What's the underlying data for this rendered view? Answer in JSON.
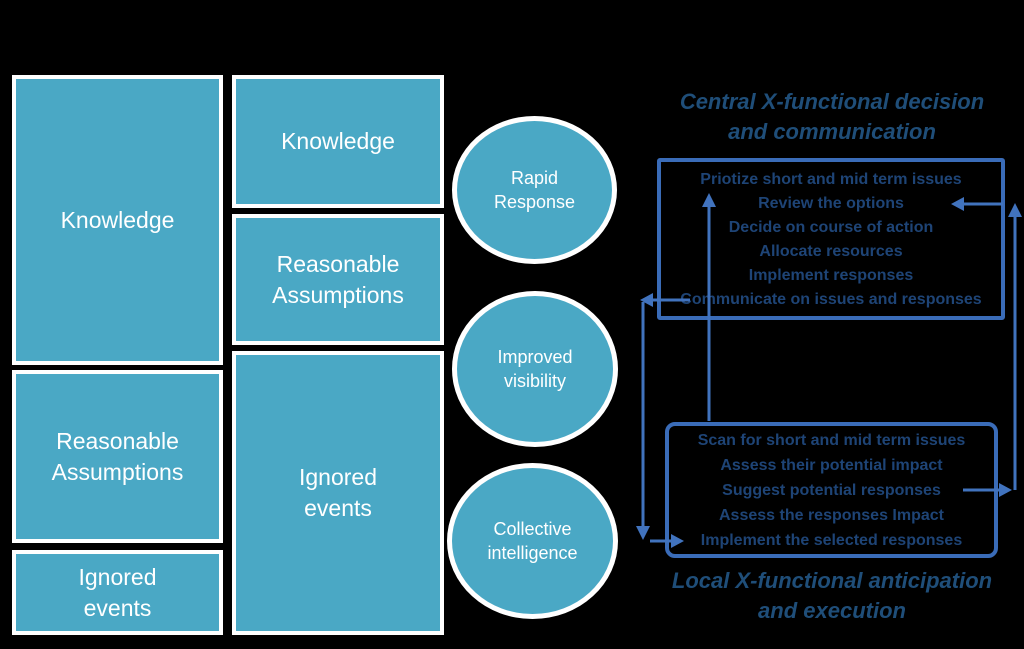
{
  "palette": {
    "background": "#000000",
    "teal_fill": "#4AA8C5",
    "white": "#FFFFFF",
    "blue_border": "#3A6CB8",
    "blue_arrow": "#4173BE",
    "title_blue": "#1F4E79",
    "list_text_blue": "#1E4476"
  },
  "funnel": {
    "column_outer": {
      "items": [
        {
          "lines": [
            "Knowledge"
          ]
        },
        {
          "lines": [
            "Reasonable",
            "Assumptions"
          ]
        },
        {
          "lines": [
            "Ignored",
            "events"
          ]
        }
      ]
    },
    "column_inner": {
      "items": [
        {
          "lines": [
            "Knowledge"
          ]
        },
        {
          "lines": [
            "Reasonable",
            "Assumptions"
          ]
        },
        {
          "lines": [
            "Ignored",
            "events"
          ]
        }
      ]
    }
  },
  "benefits": {
    "circles": [
      {
        "lines": [
          "Rapid",
          "Response"
        ]
      },
      {
        "lines": [
          "Improved",
          "visibility"
        ]
      },
      {
        "lines": [
          "Collective",
          "intelligence"
        ]
      }
    ]
  },
  "central": {
    "title_lines": [
      "Central X-functional decision",
      "and communication"
    ],
    "items": [
      "Priotize short and mid term issues",
      "Review the options",
      "Decide on course of action",
      "Allocate resources",
      "Implement  responses",
      "Communicate on issues and responses"
    ]
  },
  "local": {
    "title_lines": [
      "Local X-functional anticipation",
      "and execution"
    ],
    "items": [
      "Scan for short and mid term issues",
      "Assess their potential impact",
      "Suggest potential responses",
      "Assess the responses  Impact",
      "Implement the selected responses"
    ]
  }
}
